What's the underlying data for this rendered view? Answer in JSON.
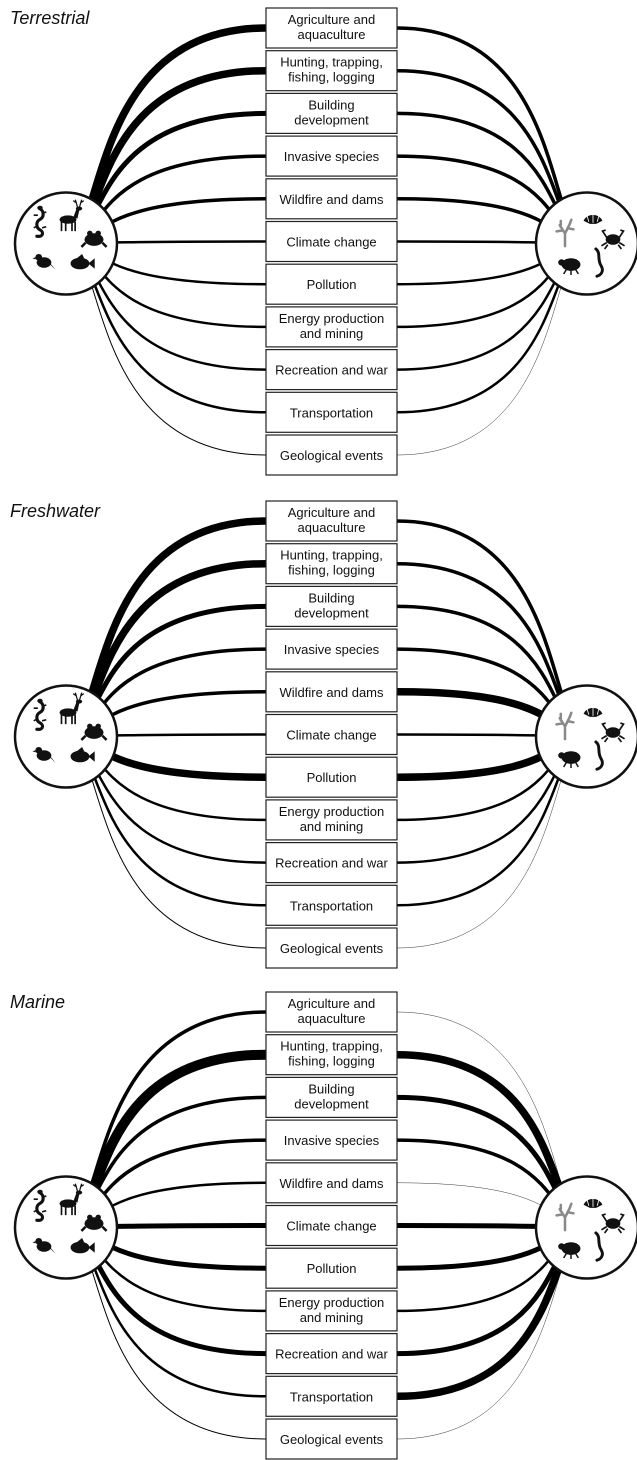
{
  "panels": [
    {
      "title": "Terrestrial",
      "threats": [
        {
          "label": [
            "Agriculture and",
            "aquaculture"
          ],
          "vertebrate_link": 5,
          "invertebrate_link": 3
        },
        {
          "label": [
            "Hunting, trapping,",
            "fishing, logging"
          ],
          "vertebrate_link": 5,
          "invertebrate_link": 3
        },
        {
          "label": [
            "Building",
            "development"
          ],
          "vertebrate_link": 4,
          "invertebrate_link": 3
        },
        {
          "label": [
            "Invasive species"
          ],
          "vertebrate_link": 3,
          "invertebrate_link": 3
        },
        {
          "label": [
            "Wildfire and dams"
          ],
          "vertebrate_link": 3,
          "invertebrate_link": 3
        },
        {
          "label": [
            "Climate change"
          ],
          "vertebrate_link": 2,
          "invertebrate_link": 2
        },
        {
          "label": [
            "Pollution"
          ],
          "vertebrate_link": 2,
          "invertebrate_link": 2
        },
        {
          "label": [
            "Energy production",
            "and mining"
          ],
          "vertebrate_link": 2,
          "invertebrate_link": 2
        },
        {
          "label": [
            "Recreation and war"
          ],
          "vertebrate_link": 2,
          "invertebrate_link": 2
        },
        {
          "label": [
            "Transportation"
          ],
          "vertebrate_link": 2,
          "invertebrate_link": 2
        },
        {
          "label": [
            "Geological events"
          ],
          "vertebrate_link": 1,
          "invertebrate_link": 0
        }
      ]
    },
    {
      "title": "Freshwater",
      "threats": [
        {
          "label": [
            "Agriculture and",
            "aquaculture"
          ],
          "vertebrate_link": 5,
          "invertebrate_link": 3
        },
        {
          "label": [
            "Hunting, trapping,",
            "fishing, logging"
          ],
          "vertebrate_link": 5,
          "invertebrate_link": 3
        },
        {
          "label": [
            "Building",
            "development"
          ],
          "vertebrate_link": 4,
          "invertebrate_link": 3
        },
        {
          "label": [
            "Invasive species"
          ],
          "vertebrate_link": 3,
          "invertebrate_link": 3
        },
        {
          "label": [
            "Wildfire and dams"
          ],
          "vertebrate_link": 3,
          "invertebrate_link": 5
        },
        {
          "label": [
            "Climate change"
          ],
          "vertebrate_link": 2,
          "invertebrate_link": 2
        },
        {
          "label": [
            "Pollution"
          ],
          "vertebrate_link": 5,
          "invertebrate_link": 5
        },
        {
          "label": [
            "Energy production",
            "and mining"
          ],
          "vertebrate_link": 2,
          "invertebrate_link": 2
        },
        {
          "label": [
            "Recreation and war"
          ],
          "vertebrate_link": 2,
          "invertebrate_link": 2
        },
        {
          "label": [
            "Transportation"
          ],
          "vertebrate_link": 2,
          "invertebrate_link": 2
        },
        {
          "label": [
            "Geological events"
          ],
          "vertebrate_link": 1,
          "invertebrate_link": 0
        }
      ]
    },
    {
      "title": "Marine",
      "threats": [
        {
          "label": [
            "Agriculture and",
            "aquaculture"
          ],
          "vertebrate_link": 3,
          "invertebrate_link": 0
        },
        {
          "label": [
            "Hunting, trapping,",
            "fishing, logging"
          ],
          "vertebrate_link": 6,
          "invertebrate_link": 5
        },
        {
          "label": [
            "Building",
            "development"
          ],
          "vertebrate_link": 3,
          "invertebrate_link": 4
        },
        {
          "label": [
            "Invasive species"
          ],
          "vertebrate_link": 3,
          "invertebrate_link": 3
        },
        {
          "label": [
            "Wildfire and dams"
          ],
          "vertebrate_link": 2,
          "invertebrate_link": 0
        },
        {
          "label": [
            "Climate change"
          ],
          "vertebrate_link": 4,
          "invertebrate_link": 4
        },
        {
          "label": [
            "Pollution"
          ],
          "vertebrate_link": 4,
          "invertebrate_link": 4
        },
        {
          "label": [
            "Energy production",
            "and mining"
          ],
          "vertebrate_link": 2,
          "invertebrate_link": 2
        },
        {
          "label": [
            "Recreation and war"
          ],
          "vertebrate_link": 4,
          "invertebrate_link": 4
        },
        {
          "label": [
            "Transportation"
          ],
          "vertebrate_link": 2,
          "invertebrate_link": 5
        },
        {
          "label": [
            "Geological events"
          ],
          "vertebrate_link": 1,
          "invertebrate_link": 0
        }
      ]
    }
  ],
  "hub_icons": {
    "vertebrates": [
      "lizard-icon",
      "deer-icon",
      "frog-icon",
      "bird-icon",
      "fish-icon"
    ],
    "invertebrates": [
      "coral-icon",
      "shell-icon",
      "crab-icon",
      "beetle-icon",
      "worm-icon"
    ]
  },
  "colors": {
    "line": "#000000",
    "box_border": "#222222",
    "coral": "#8a8a8a"
  }
}
